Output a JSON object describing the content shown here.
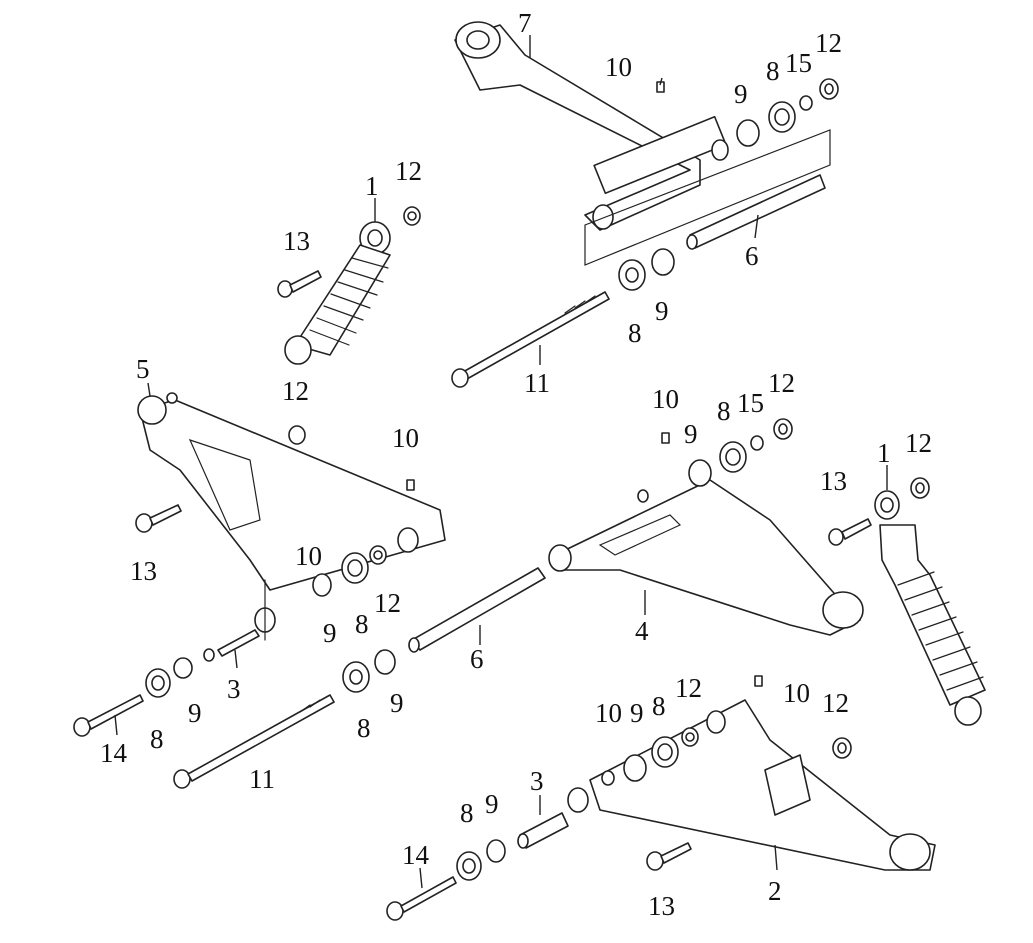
{
  "diagram": {
    "callouts": [
      "1",
      "1",
      "2",
      "3",
      "3",
      "4",
      "5",
      "6",
      "6",
      "7",
      "8",
      "8",
      "8",
      "8",
      "8",
      "8",
      "8",
      "9",
      "9",
      "9",
      "9",
      "9",
      "9",
      "9",
      "9",
      "10",
      "10",
      "10",
      "10",
      "10",
      "11",
      "11",
      "12",
      "12",
      "12",
      "12",
      "12",
      "12",
      "12",
      "12",
      "13",
      "13",
      "13",
      "13",
      "14",
      "14",
      "15",
      "15"
    ],
    "colors": {
      "line": "#222222",
      "background": "#ffffff"
    }
  }
}
